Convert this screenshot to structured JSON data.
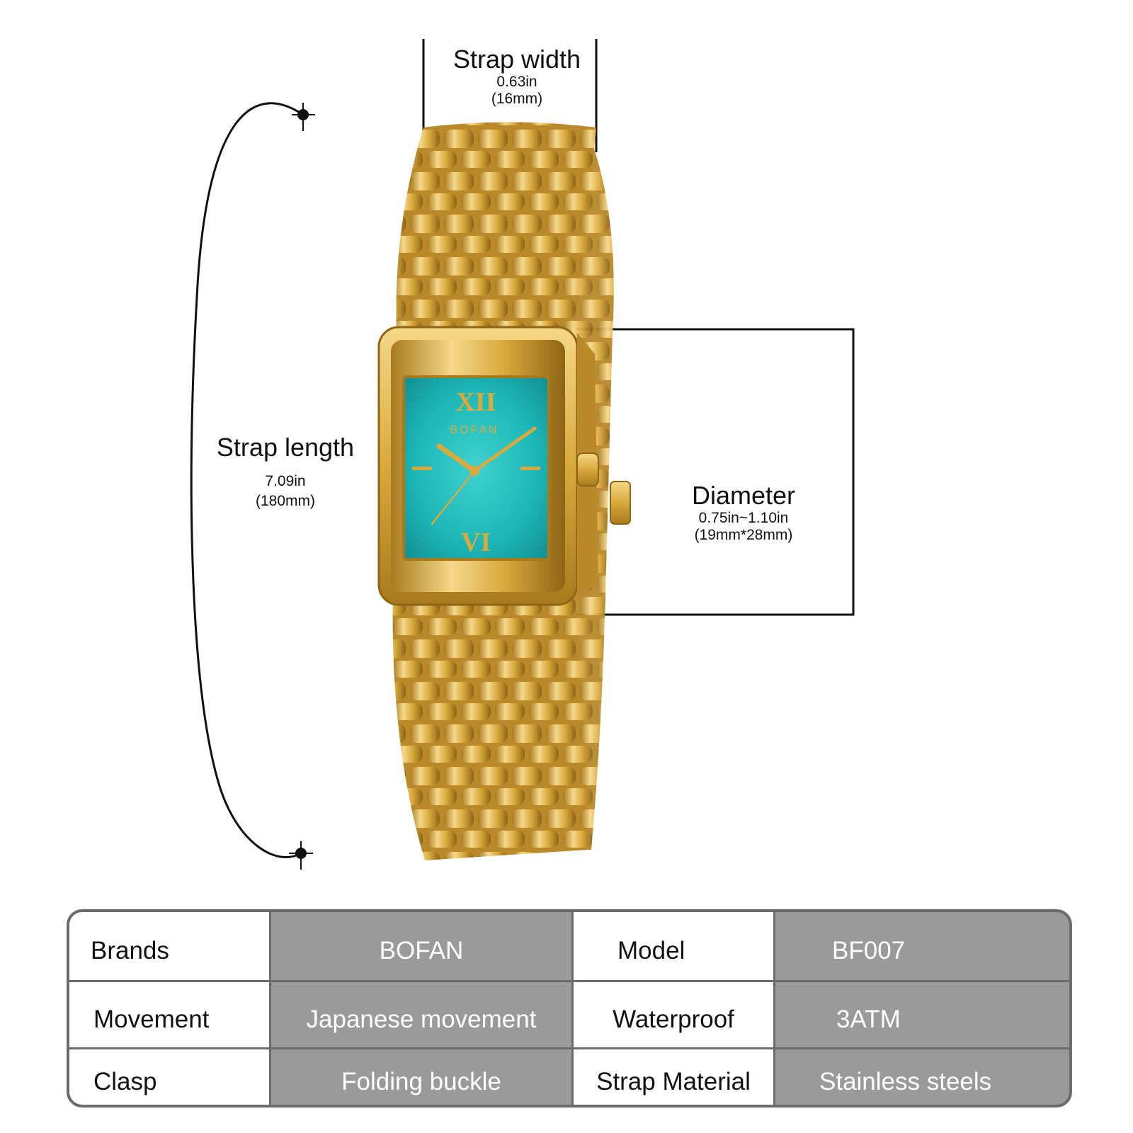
{
  "annotations": {
    "strap_width": {
      "title": "Strap width",
      "value_in": "0.63in",
      "value_mm": "(16mm)"
    },
    "strap_length": {
      "title": "Strap length",
      "value_in": "7.09in",
      "value_mm": "(180mm)"
    },
    "diameter": {
      "title": "Diameter",
      "value_in": "0.75in~1.10in",
      "value_mm": "(19mm*28mm)"
    }
  },
  "watch": {
    "brand_on_dial": "BOFAN",
    "numeral_top": "XII",
    "numeral_bottom": "VI",
    "colors": {
      "gold": "#d9a93c",
      "gold_dark": "#a87a1e",
      "gold_light": "#f5d889",
      "dial": "#1cb7b8",
      "dial_dark": "#138e93"
    }
  },
  "specs": {
    "rows": [
      {
        "k1": "Brands",
        "v1": "BOFAN",
        "k2": "Model",
        "v2": "BF007"
      },
      {
        "k1": "Movement",
        "v1": "Japanese movement",
        "k2": "Waterproof",
        "v2": "3ATM"
      },
      {
        "k1": "Clasp",
        "v1": "Folding buckle",
        "k2": "Strap Material",
        "v2": "Stainless steels"
      }
    ],
    "colors": {
      "value_bg": "#9a9a9a",
      "border": "#6b6b6b"
    }
  }
}
